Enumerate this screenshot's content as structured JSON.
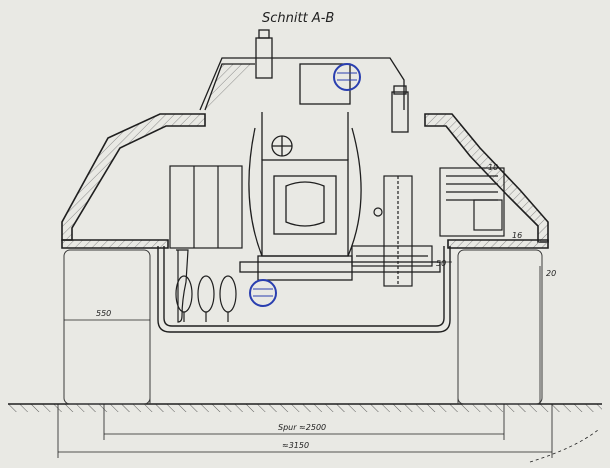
{
  "title": "Schnitt A-B",
  "dimensions": {
    "left_offset": "550",
    "track": "Spur ≈2500",
    "overall": "≈3150",
    "side_20": "20",
    "small_50": "50",
    "small_10": "10",
    "small_16": "16"
  },
  "stamp_text": "",
  "colors": {
    "ink": "#1f1f1f",
    "paper": "#e9e9e4",
    "stamp": "#2a3fb0",
    "hatch": "#8a8a8a"
  }
}
